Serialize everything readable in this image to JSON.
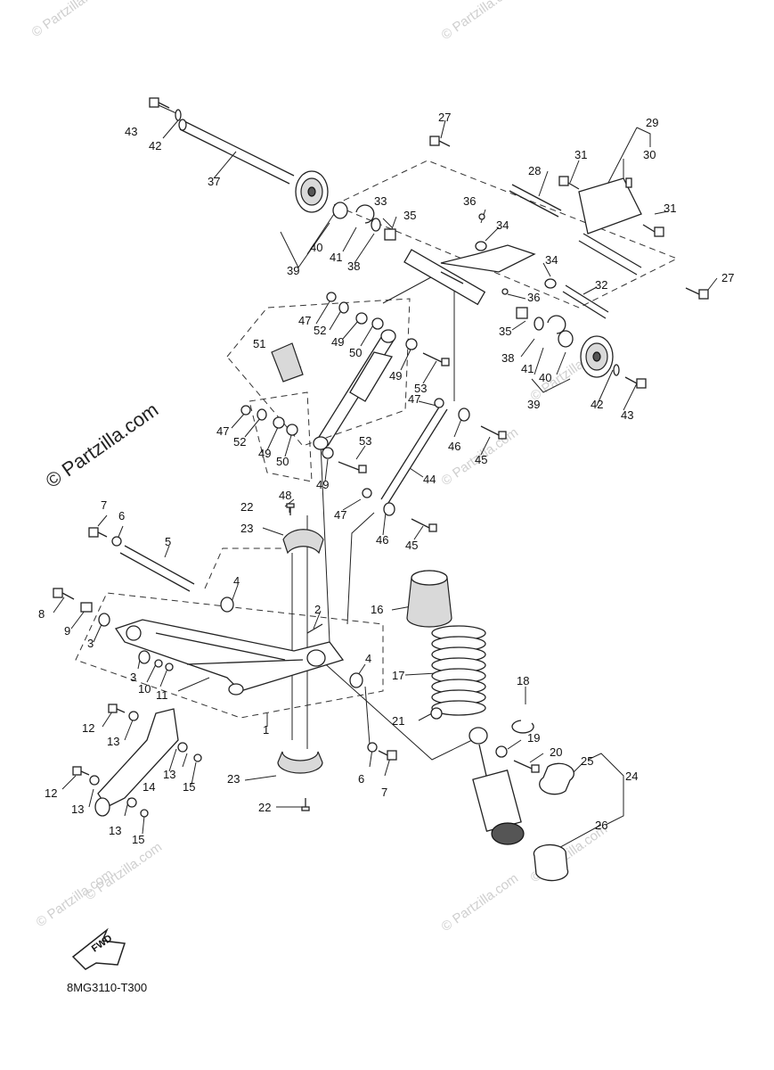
{
  "watermark": {
    "small": "© Partzilla.com",
    "big": "© Partzilla.com"
  },
  "fwd_label": "FWD",
  "diagram_code": "8MG3110-T300",
  "callouts": {
    "n1": "1",
    "n2": "2",
    "n3a": "3",
    "n3b": "3",
    "n4a": "4",
    "n4b": "4",
    "n5": "5",
    "n6a": "6",
    "n6b": "6",
    "n7a": "7",
    "n7b": "7",
    "n8": "8",
    "n9": "9",
    "n10": "10",
    "n11": "11",
    "n12a": "12",
    "n12b": "12",
    "n13a": "13",
    "n13b": "13",
    "n13c": "13",
    "n13d": "13",
    "n14": "14",
    "n15a": "15",
    "n15b": "15",
    "n16": "16",
    "n17": "17",
    "n18": "18",
    "n19": "19",
    "n20": "20",
    "n21": "21",
    "n22a": "22",
    "n22b": "22",
    "n23a": "23",
    "n23b": "23",
    "n24": "24",
    "n25": "25",
    "n26": "26",
    "n27a": "27",
    "n27b": "27",
    "n28": "28",
    "n29": "29",
    "n30": "30",
    "n31a": "31",
    "n31b": "31",
    "n32": "32",
    "n33": "33",
    "n34a": "34",
    "n34b": "34",
    "n35a": "35",
    "n35b": "35",
    "n36a": "36",
    "n36b": "36",
    "n37": "37",
    "n38a": "38",
    "n38b": "38",
    "n39a": "39",
    "n39b": "39",
    "n40a": "40",
    "n40b": "40",
    "n41a": "41",
    "n41b": "41",
    "n42a": "42",
    "n42b": "42",
    "n43a": "43",
    "n43b": "43",
    "n44": "44",
    "n45a": "45",
    "n45b": "45",
    "n46a": "46",
    "n46b": "46",
    "n47a": "47",
    "n47b": "47",
    "n47c": "47",
    "n47d": "47",
    "n48": "48",
    "n49a": "49",
    "n49b": "49",
    "n49c": "49",
    "n49d": "49",
    "n50a": "50",
    "n50b": "50",
    "n51": "51",
    "n52a": "52",
    "n52b": "52",
    "n53a": "53",
    "n53b": "53"
  }
}
